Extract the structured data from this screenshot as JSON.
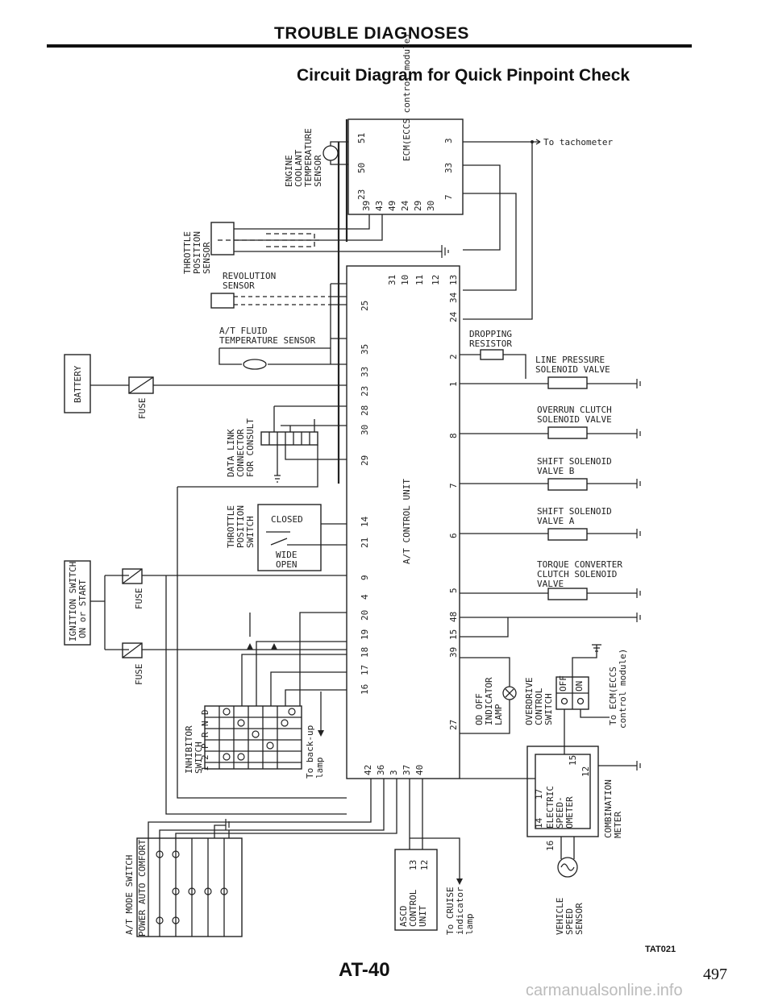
{
  "header": {
    "title": "TROUBLE DIAGNOSES",
    "subtitle": "Circuit Diagram for Quick Pinpoint Check"
  },
  "footer": {
    "page_code": "AT-40",
    "page_number": "497",
    "figure_ref": "TAT021",
    "watermark": "carmanualsonline.info"
  },
  "components": {
    "ecm": "ECM(ECCS control module)",
    "tcu": "A/T CONTROL UNIT",
    "coolant_sensor": "ENGINE COOLANT TEMPERATURE SENSOR",
    "throttle_sensor": "THROTTLE POSITION SENSOR",
    "revolution_sensor": "REVOLUTION SENSOR",
    "fluid_temp_sensor": "A/T FLUID TEMPERATURE SENSOR",
    "battery": "BATTERY",
    "fuse": "FUSE",
    "data_link": "DATA LINK CONNECTOR FOR CONSULT",
    "throttle_switch": "THROTTLE POSITION SWITCH",
    "closed": "CLOSED",
    "wide_open": "WIDE OPEN",
    "ignition": "IGNITION SWITCH ON or START",
    "inhibitor": "INHIBITOR SWITCH",
    "mode_switch": "A/T MODE SWITCH",
    "ascd": "ASCD CONTROL UNIT",
    "cruise": "To CRUISE indicator lamp",
    "backup": "To back-up lamp",
    "tachometer": "To tachometer",
    "dropping_resistor": "DROPPING RESISTOR",
    "line_pressure": "LINE PRESSURE SOLENOID VALVE",
    "overrun": "OVERRUN CLUTCH SOLENOID VALVE",
    "shift_b": "SHIFT SOLENOID VALVE B",
    "shift_a": "SHIFT SOLENOID VALVE A",
    "torque_conv": "TORQUE CONVERTER CLUTCH SOLENOID VALVE",
    "od_lamp": "OD OFF INDICATOR LAMP",
    "od_switch": "OVERDRIVE CONTROL SWITCH",
    "off": "OFF",
    "on": "ON",
    "to_ecm": "To ECM(ECCS control module)",
    "combination_meter": "COMBINATION METER",
    "speedometer": "ELECTRIC SPEED-OMETER",
    "vss": "VEHICLE SPEED SENSOR",
    "prnd": [
      "P",
      "R",
      "N",
      "D",
      "2",
      "1"
    ],
    "modes": [
      "POWER",
      "AUTO",
      "COMFORT"
    ]
  },
  "pins": {
    "ecm_top": [
      "51",
      "50",
      "23",
      "3",
      "33",
      "7"
    ],
    "ecm_bottom": [
      "39",
      "43",
      "49",
      "24",
      "29",
      "30"
    ],
    "tcu_left": [
      "25",
      "35",
      "33",
      "23",
      "28",
      "30",
      "29",
      "14",
      "21",
      "9",
      "4",
      "20",
      "19",
      "18",
      "17",
      "16"
    ],
    "tcu_right": [
      "31",
      "10",
      "11",
      "12",
      "13",
      "34",
      "24",
      "2",
      "1",
      "8",
      "7",
      "6",
      "5",
      "48",
      "15",
      "39",
      "27"
    ],
    "tcu_bottom": [
      "42",
      "36",
      "3",
      "37",
      "40"
    ],
    "ascd": [
      "13",
      "12"
    ],
    "meter": [
      "17",
      "15",
      "12",
      "14",
      "16"
    ]
  }
}
